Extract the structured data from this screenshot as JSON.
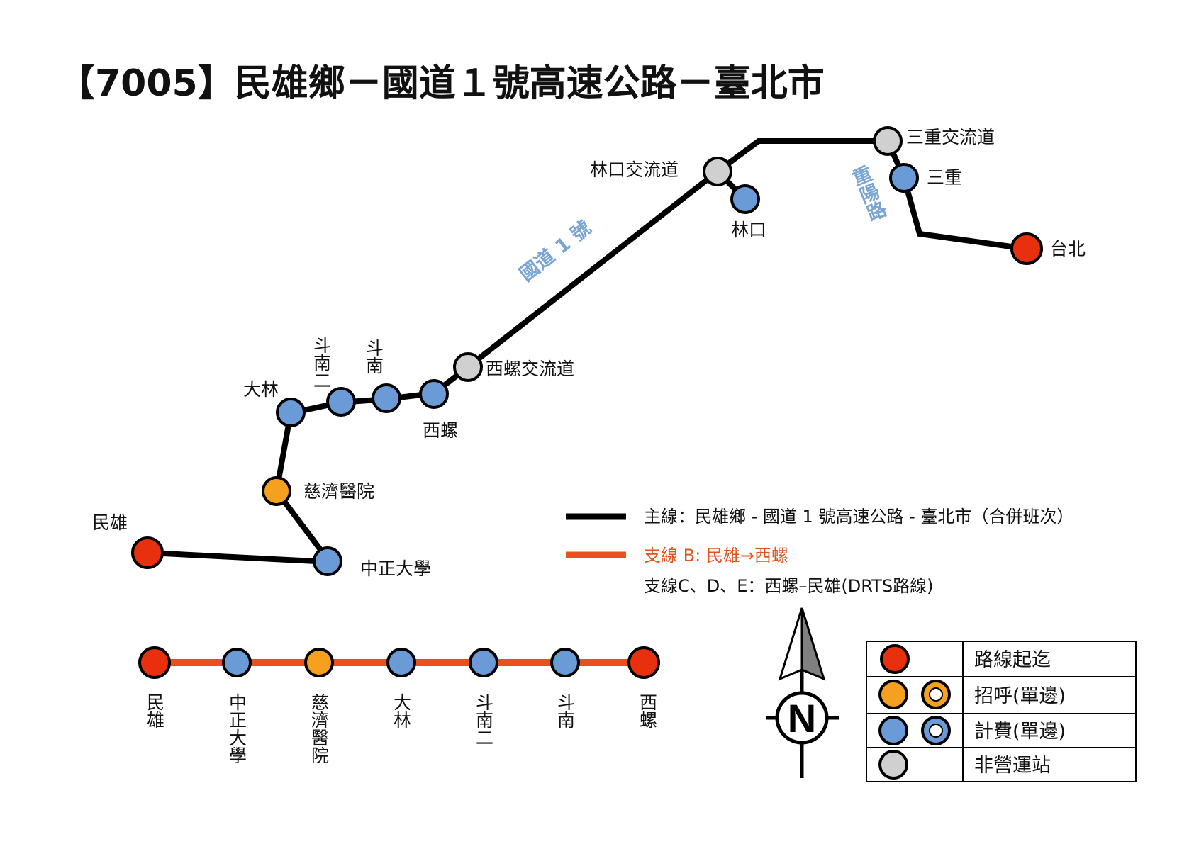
{
  "title": "【7005】民雄鄉－國道１號高速公路－臺北市",
  "colors": {
    "main_line": "#000000",
    "branch_line": "#e8501e",
    "terminal": "#e8300f",
    "flag_stop": "#f5a01e",
    "fare_stop": "#6b9bd6",
    "non_service": "#d0d0d0",
    "road_label": "#7aa4d4"
  },
  "stations": {
    "minxiong": "民雄",
    "zhongzheng_univ": "中正大學",
    "tzuchi": "慈濟醫院",
    "dalin": "大林",
    "dounan2": "斗南二",
    "dounan": "斗南",
    "xiluo": "西螺",
    "xiluo_ic": "西螺交流道",
    "linkou_ic": "林口交流道",
    "linkou": "林口",
    "sanchong_ic": "三重交流道",
    "sanchong": "三重",
    "taipei": "台北"
  },
  "roads": {
    "freeway": "國道 1 號",
    "chongyang": "重陽路"
  },
  "route_legend": {
    "main": "主線：民雄鄉 - 國道 1 號高速公路 - 臺北市（合併班次）",
    "branch_b": "支線 B: 民雄→西螺",
    "branch_cde": "支線C、D、E：西螺–民雄(DRTS路線)"
  },
  "branch_strip": [
    "民雄",
    "中正大學",
    "慈濟醫院",
    "大林",
    "斗南二",
    "斗南",
    "西螺"
  ],
  "compass": {
    "north": "N"
  },
  "symbol_legend": {
    "terminal": "路線起迄",
    "flag": "招呼(單邊)",
    "fare": "計費(單邊)",
    "non_service": "非營運站"
  }
}
